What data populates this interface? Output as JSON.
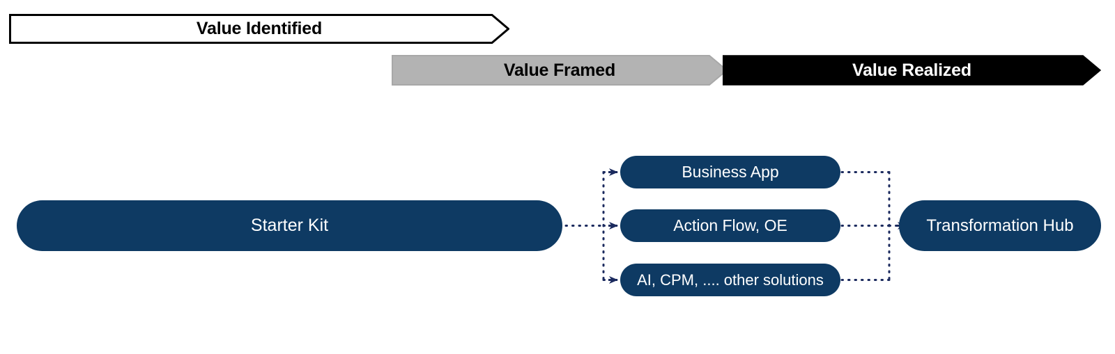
{
  "diagram": {
    "title_bar_stages": [
      {
        "key": "value_identified",
        "label": "Value Identified",
        "fill": "#ffffff",
        "stroke": "#000000",
        "text_color": "#000000"
      },
      {
        "key": "value_framed",
        "label": "Value Framed",
        "fill": "#b3b3b3",
        "stroke": "#9a9a9a",
        "text_color": "#000000"
      },
      {
        "key": "value_realized",
        "label": "Value Realized",
        "fill": "#000000",
        "stroke": "#000000",
        "text_color": "#ffffff"
      }
    ],
    "nodes": {
      "source": {
        "key": "starter_kit",
        "label": "Starter Kit"
      },
      "branches": [
        {
          "key": "business_app",
          "label": "Business App"
        },
        {
          "key": "action_flow_oe",
          "label": "Action Flow, OE"
        },
        {
          "key": "other_solutions",
          "label": "AI, CPM, .... other solutions"
        }
      ],
      "target": {
        "key": "transformation_hub",
        "label": "Transformation Hub"
      }
    },
    "colors": {
      "node_fill": "#0e3a63",
      "node_text": "#ffffff",
      "connector": "#1b2a5e",
      "background": "#ffffff"
    },
    "connector_style": "dotted-with-arrowheads"
  }
}
